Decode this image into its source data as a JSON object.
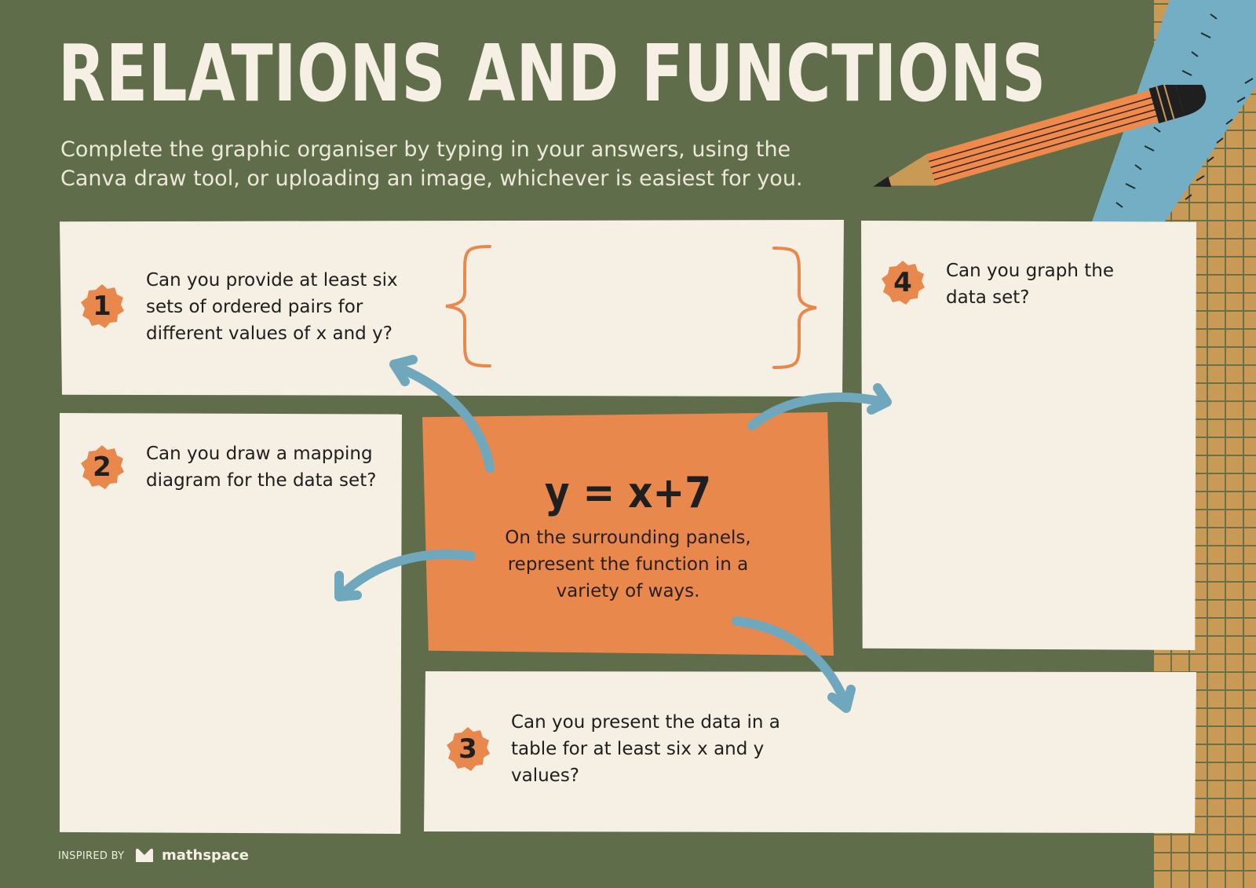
{
  "title": "RELATIONS AND FUNCTIONS",
  "subtitle": "Complete the graphic organiser by typing in your answers, using the Canva draw tool, or uploading an image, whichever is easiest for you.",
  "center": {
    "equation": "y = x+7",
    "text": "On the surrounding panels, represent the function in a variety of ways."
  },
  "questions": [
    {
      "number": "1",
      "text": "Can you provide at least six sets of ordered pairs for different values of x and y?"
    },
    {
      "number": "2",
      "text": "Can you draw a mapping diagram for the data set?"
    },
    {
      "number": "3",
      "text": "Can you present the data in a table for at least six x and y values?"
    },
    {
      "number": "4",
      "text": "Can you graph the data set?"
    }
  ],
  "footer": {
    "inspired_by": "INSPIRED BY",
    "brand": "mathspace"
  },
  "colors": {
    "background": "#5f6d4a",
    "panel": "#f6efe4",
    "accent_orange": "#e8884c",
    "arrow_blue": "#6fa8bd",
    "grid_paper": "#c99a56",
    "ruler": "#73aec4"
  },
  "icons": [
    "pencil-icon",
    "ruler-icon",
    "curly-brace-icon",
    "arrow-icon",
    "mathspace-logo-icon"
  ]
}
